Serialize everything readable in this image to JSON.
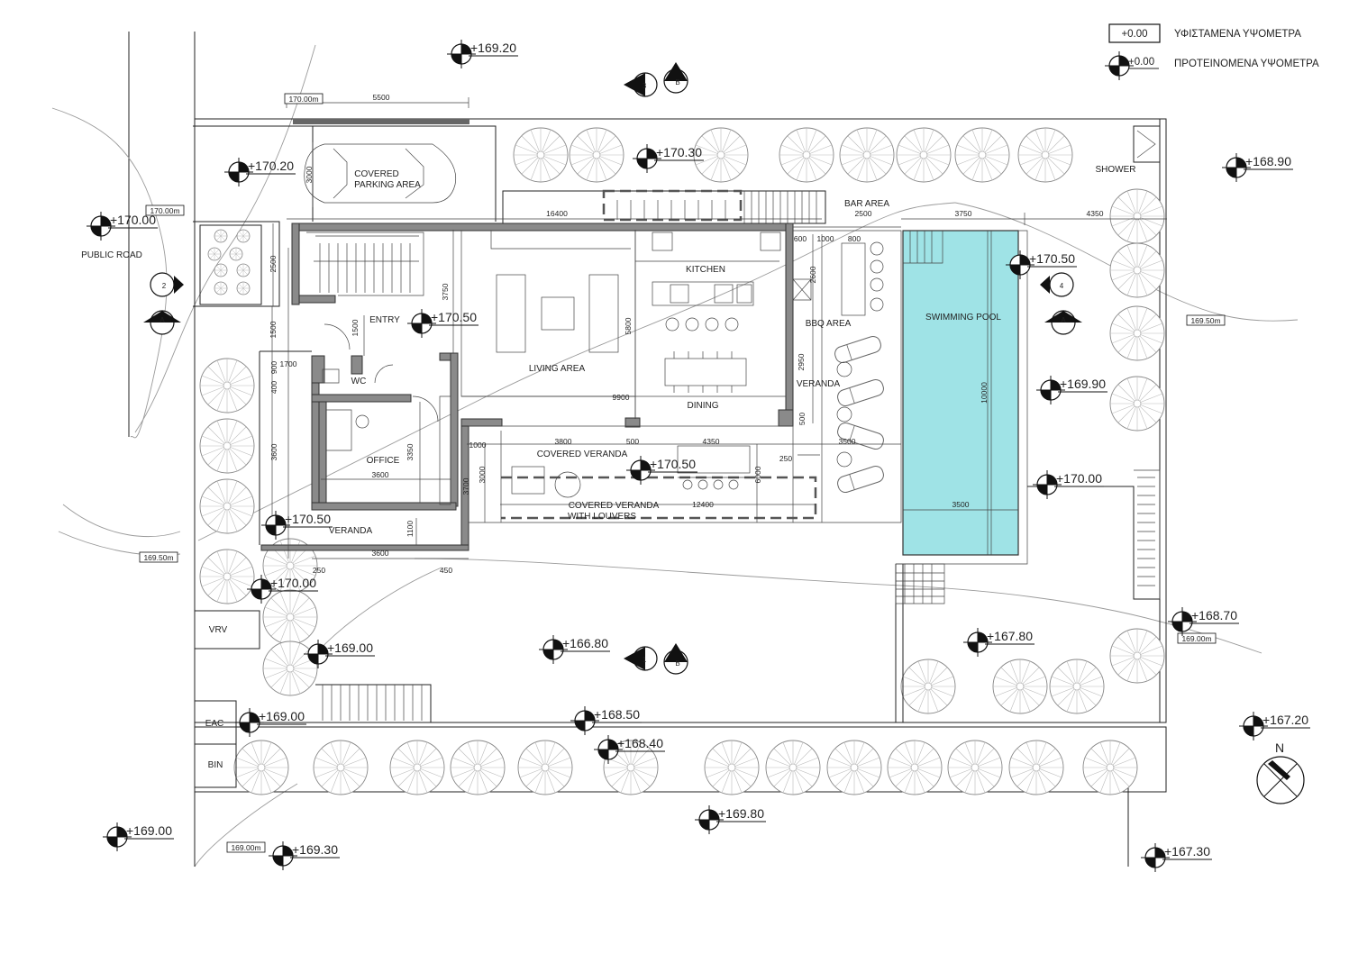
{
  "legend": {
    "existing_value": "+0.00",
    "existing_label": "ΥΦΙΣΤΑΜΕΝΑ ΥΨΟΜΕΤΡΑ",
    "proposed_value": "+0.00",
    "proposed_label": "ΠΡΟΤΕΙΝΟΜΕΝΑ ΥΨΟΜΕΤΡΑ"
  },
  "rooms": {
    "covered_parking": [
      "COVERED",
      "PARKING AREA"
    ],
    "public_road": "PUBLIC ROAD",
    "entry": "ENTRY",
    "wc": "WC",
    "office": "OFFICE",
    "living": "LIVING AREA",
    "kitchen": "KITCHEN",
    "dining": "DINING",
    "bar": "BAR AREA",
    "bbq": "BBQ AREA",
    "veranda_east": "VERANDA",
    "veranda_west": "VERANDA",
    "covered_veranda": "COVERED VERANDA",
    "covered_veranda_louvers": [
      "COVERED VERANDA",
      "WITH LOUVERS"
    ],
    "pool": "SWIMMING POOL",
    "shower": "SHOWER",
    "vrv": "VRV",
    "eac": "EAC",
    "bin": "BIN"
  },
  "existing_levels": [
    "170.00m",
    "170.00m",
    "169.50m",
    "169.50m",
    "169.00m",
    "169.00m"
  ],
  "proposed_levels": [
    "+169.20",
    "+170.30",
    "+168.90",
    "+170.20",
    "+170.00",
    "+170.50",
    "+170.50",
    "+169.90",
    "+170.50",
    "+170.00",
    "+170.50",
    "+170.00",
    "+168.70",
    "+169.00",
    "+166.80",
    "+167.80",
    "+169.00",
    "+168.50",
    "+168.40",
    "+167.20",
    "+169.00",
    "+169.80",
    "+169.30",
    "+167.30"
  ],
  "dimensions": [
    "5500",
    "3000",
    "16400",
    "2500",
    "3750",
    "4350",
    "2500",
    "3750",
    "1500",
    "1500",
    "800",
    "600",
    "1000",
    "2600",
    "5800",
    "1700",
    "900",
    "400",
    "2950",
    "9900",
    "500",
    "3600",
    "3350",
    "3600",
    "1000",
    "3800",
    "500",
    "4350",
    "3500",
    "250",
    "6000",
    "3000",
    "3700",
    "12400",
    "10000",
    "3500",
    "1100",
    "3600",
    "250",
    "450"
  ],
  "section_marks": [
    "3",
    "B",
    "2",
    "A",
    "4",
    "A",
    "1",
    "B"
  ],
  "north": "N",
  "colors": {
    "pool": "#9fe3e6",
    "wall": "#8a8a8a",
    "line": "#222222",
    "tree": "#888888"
  }
}
